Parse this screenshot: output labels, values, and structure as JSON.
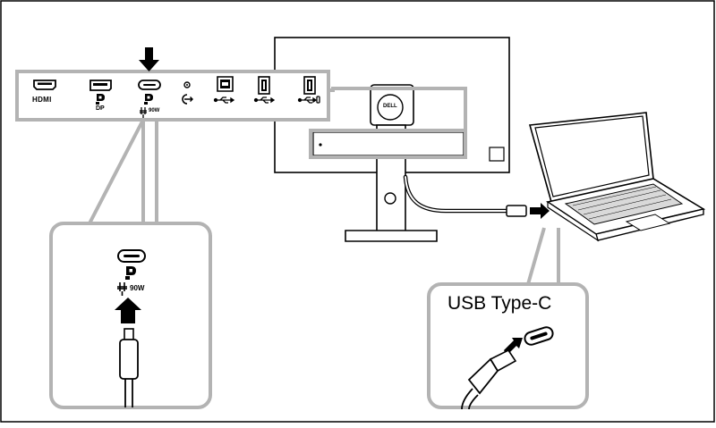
{
  "labels": {
    "hdmi": "HDMI",
    "dp": "DP",
    "power_90w": "90W",
    "power_90w_big": "90W",
    "brand": "DELL",
    "usb_type_c": "USB Type-C"
  },
  "colors": {
    "frame_gray": "#b3b3b3",
    "line": "#000000",
    "background": "#ffffff"
  },
  "icons": [
    "hdmi-port-icon",
    "displayport-icon",
    "usb-c-port-icon",
    "audio-out-icon",
    "usb-b-port-icon",
    "usb-a-port-icon",
    "usb-symbol-icon",
    "power-plug-icon",
    "arrow-down-icon",
    "arrow-up-icon",
    "arrow-right-icon",
    "laptop-icon",
    "monitor-icon",
    "cable-icon"
  ]
}
